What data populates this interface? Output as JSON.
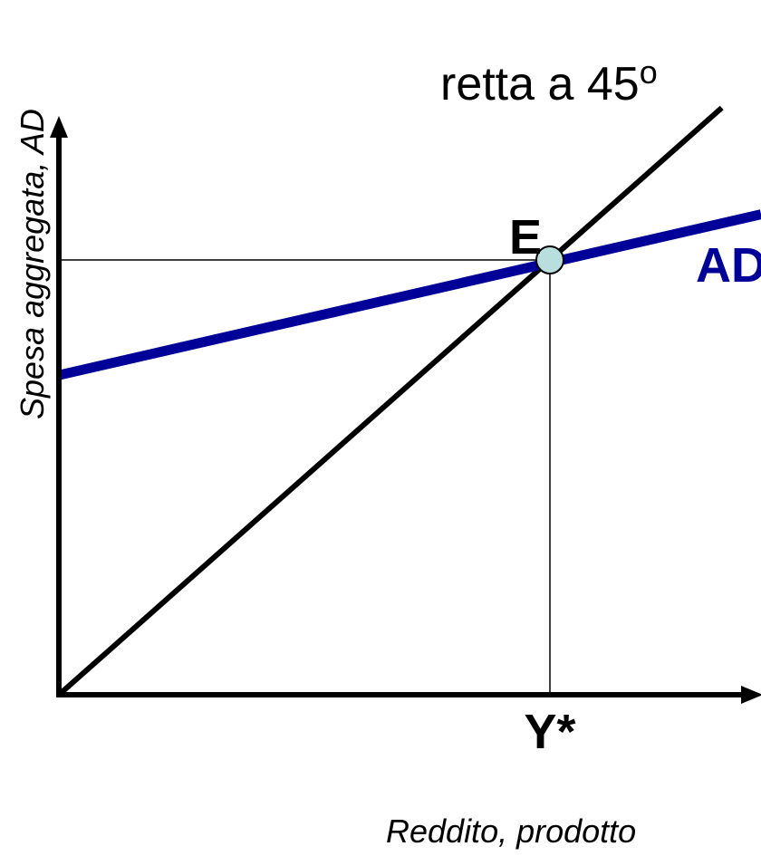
{
  "chart_data": {
    "type": "line",
    "xlabel": "Reddito, prodotto",
    "ylabel": "Spesa aggregata, AD",
    "x_tick_label": "Y*",
    "y_tick_label": "",
    "xlim": [
      0,
      1.42
    ],
    "ylim": [
      0,
      1.22
    ],
    "equilibrium": {
      "label": "E",
      "x": 1.0,
      "y": 1.0
    },
    "series": [
      {
        "name": "retta a 45",
        "superscript": "o",
        "color": "#000000",
        "points": [
          [
            0,
            0
          ],
          [
            1.35,
            1.35
          ]
        ]
      },
      {
        "name": "AD",
        "color": "#000099",
        "points": [
          [
            0,
            0.735
          ],
          [
            1.43,
            1.105
          ]
        ]
      }
    ],
    "guide_lines": true,
    "grid": false,
    "legend": "none"
  }
}
